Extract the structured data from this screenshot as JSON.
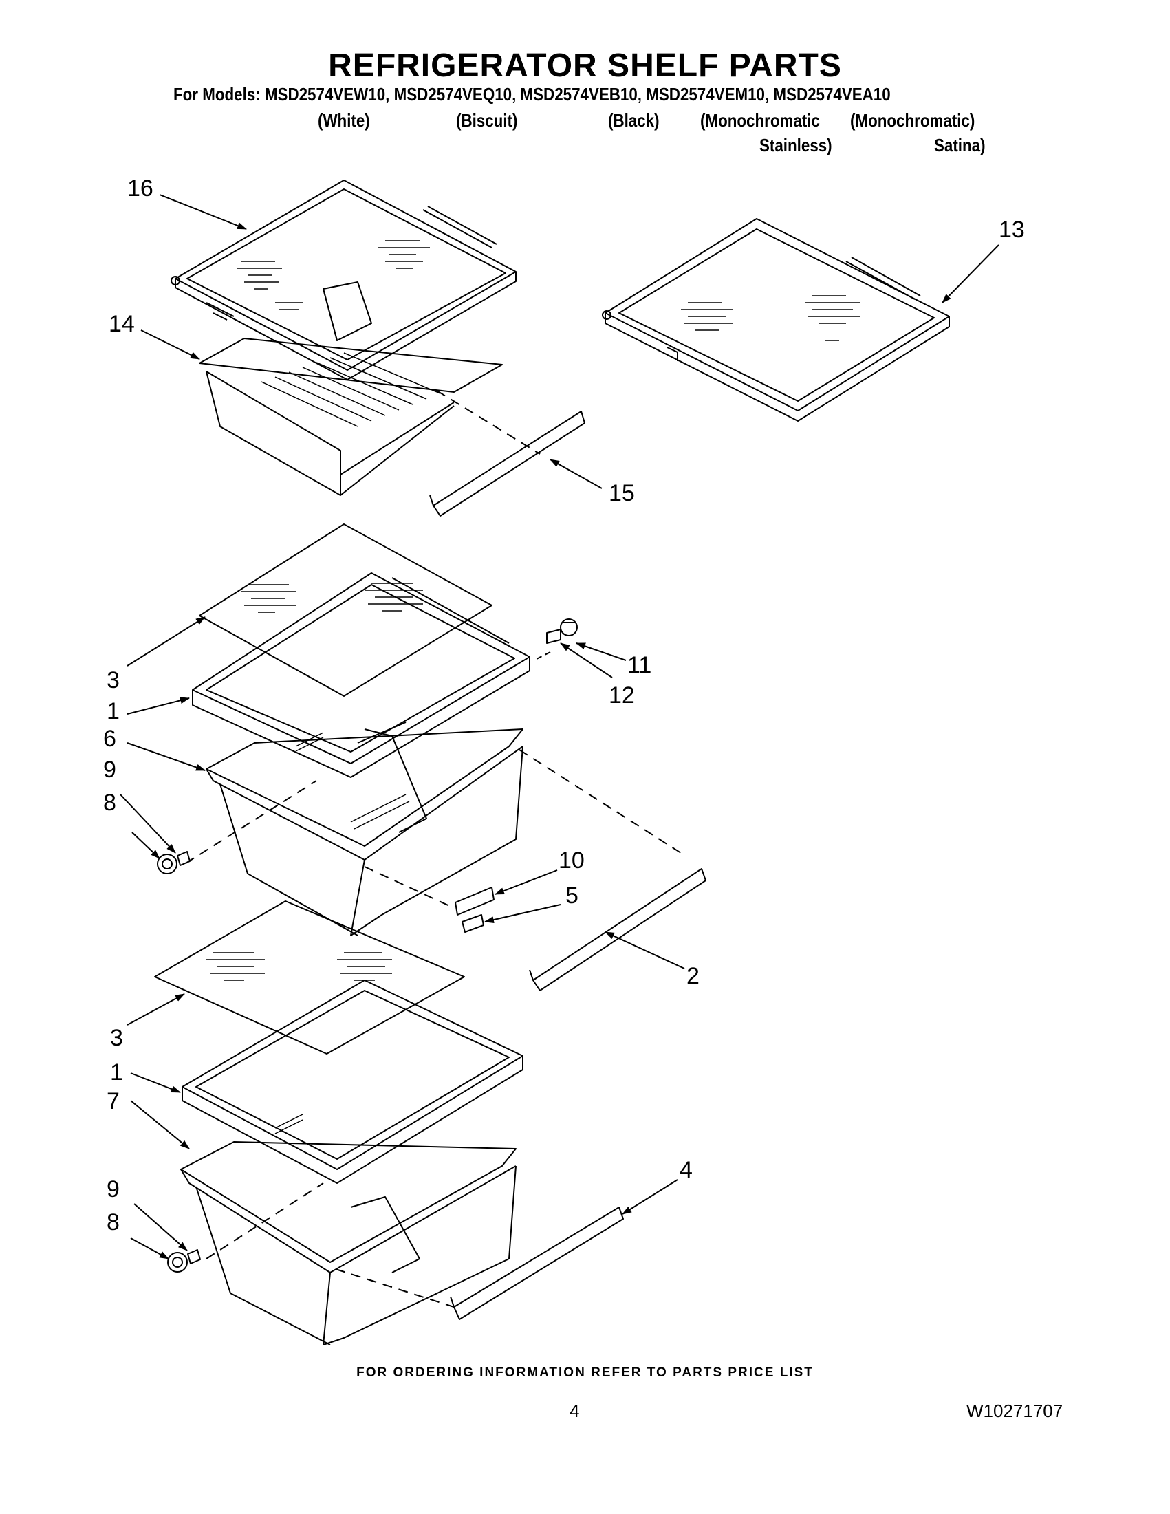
{
  "title": "REFRIGERATOR SHELF PARTS",
  "models_line": "For Models: MSD2574VEW10, MSD2574VEQ10, MSD2574VEB10, MSD2574VEM10, MSD2574VEA10",
  "colors": {
    "white": "(White)",
    "biscuit": "(Biscuit)",
    "black": "(Black)",
    "mono_stainless_1": "(Monochromatic",
    "mono_stainless_2": "Stainless)",
    "mono_satina_1": "(Monochromatic)",
    "mono_satina_2": "Satina)"
  },
  "callouts": {
    "c16": "16",
    "c13": "13",
    "c14": "14",
    "c15": "15",
    "c3a": "3",
    "c1a": "1",
    "c6": "6",
    "c9a": "9",
    "c8a": "8",
    "c11": "11",
    "c12": "12",
    "c10": "10",
    "c5": "5",
    "c2": "2",
    "c3b": "3",
    "c1b": "1",
    "c7": "7",
    "c4": "4",
    "c9b": "9",
    "c8b": "8"
  },
  "footer": "FOR ORDERING INFORMATION REFER TO PARTS PRICE LIST",
  "page_number": "4",
  "document_number": "W10271707"
}
